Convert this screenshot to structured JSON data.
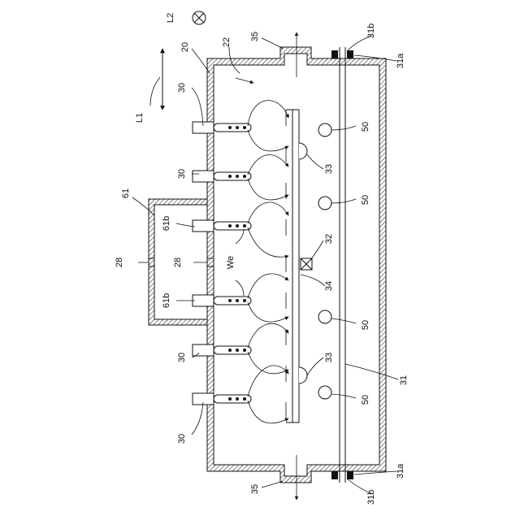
{
  "labels": {
    "l2": "L2",
    "l1": "L1",
    "n20": "20",
    "n22": "22",
    "n35_top": "35",
    "n35_bottom": "35",
    "n31b_top": "31b",
    "n31b_bottom": "31b",
    "n31a_top": "31a",
    "n31a_bottom": "31a",
    "n30_1": "30",
    "n30_2": "30",
    "n30_3": "30",
    "n30_4": "30",
    "n61": "61",
    "n61b_1": "61b",
    "n61b_2": "61b",
    "n28_outer": "28",
    "n28_inner": "28",
    "we": "We",
    "n32": "32",
    "n34": "34",
    "n33_1": "33",
    "n33_2": "33",
    "n50_1": "50",
    "n50_2": "50",
    "n50_3": "50",
    "n50_4": "50",
    "n31": "31"
  }
}
